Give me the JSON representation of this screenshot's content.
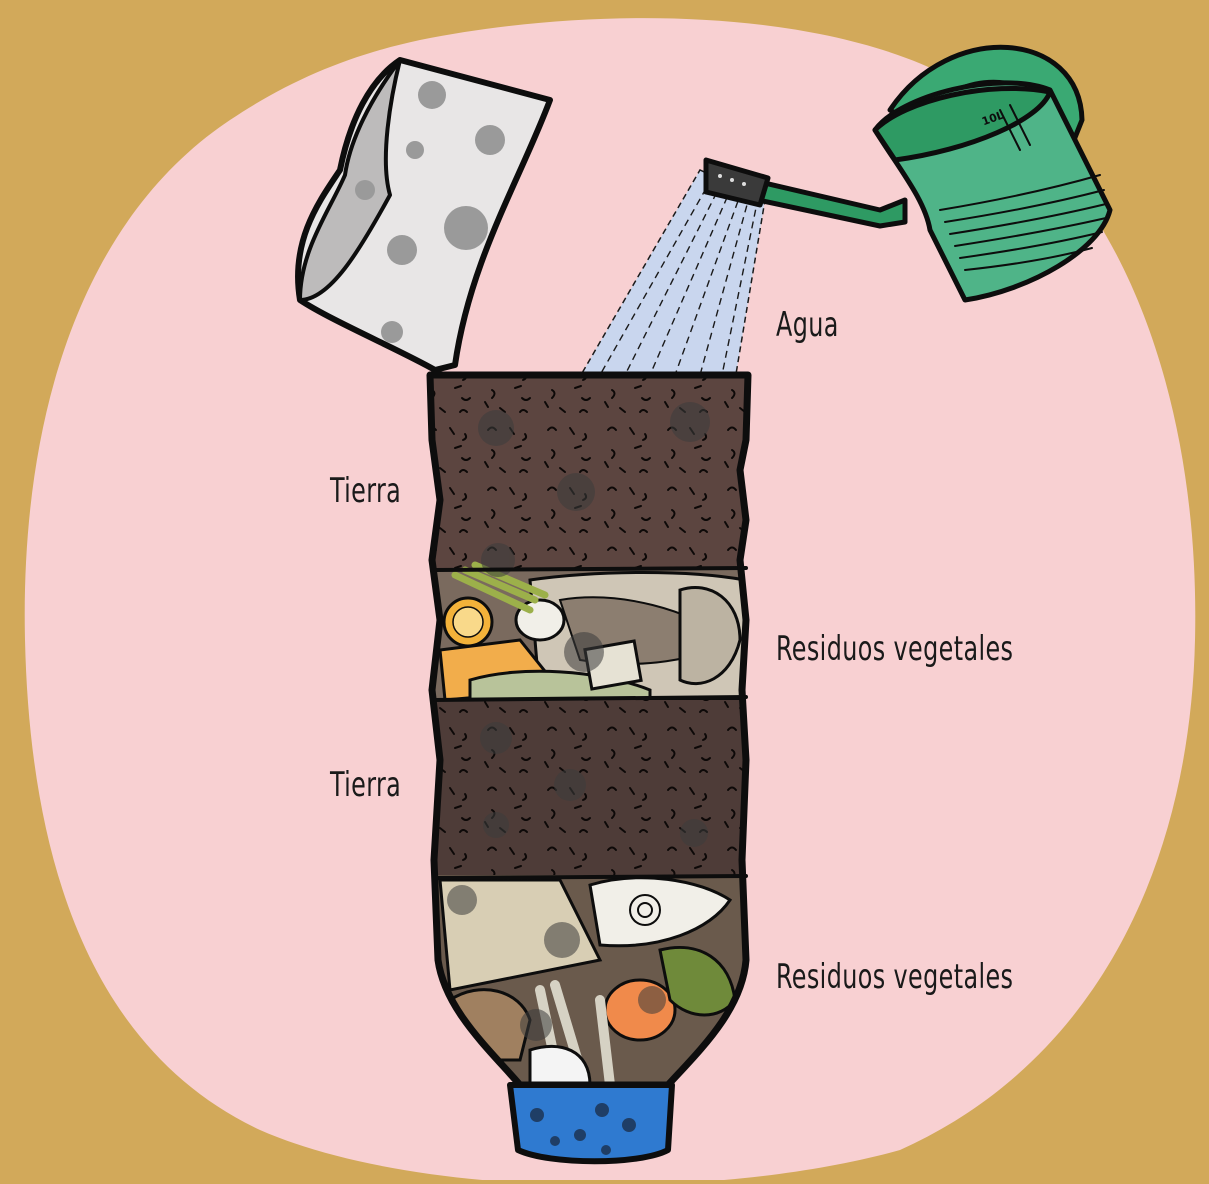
{
  "labels": {
    "agua": "Agua",
    "tierra_top": "Tierra",
    "residuos_top": "Residuos  vegetales",
    "tierra_bottom": "Tierra",
    "residuos_bottom": "Residuos  vegetales"
  },
  "watering_can": {
    "capacity_mark": "10L"
  },
  "colors": {
    "background": "#d2a95a",
    "blob": "#f8d0d2",
    "soil": "#5c4540",
    "soil_dark": "#4e3c38",
    "watering_can": "#4fb488",
    "water": "#c9d6ee",
    "cap": "#2f7ad0",
    "cut_top": "#e8e6e6"
  }
}
